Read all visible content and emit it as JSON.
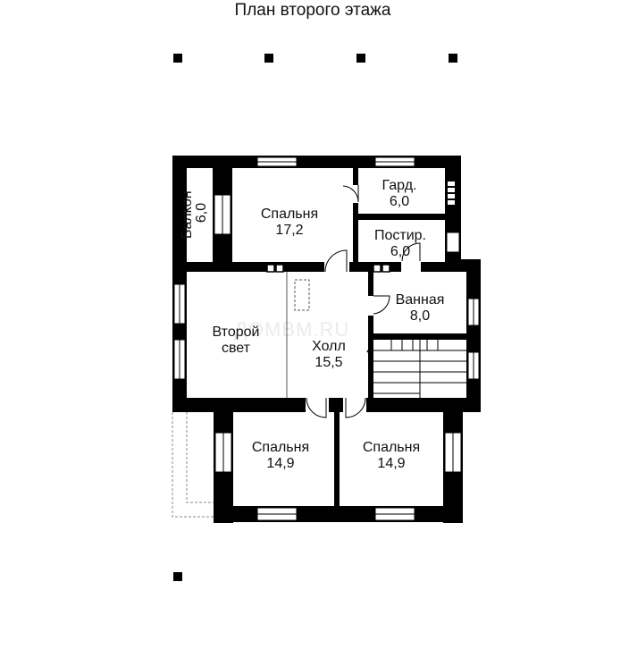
{
  "title": "План второго этажа",
  "watermark": "ДОМВМ.RU",
  "rooms": {
    "balcony": {
      "name": "Балкон",
      "area": "6,0"
    },
    "bedroom_top": {
      "name": "Спальня",
      "area": "17,2"
    },
    "wardrobe": {
      "name": "Гард.",
      "area": "6,0"
    },
    "laundry": {
      "name": "Постир.",
      "area": "6,0"
    },
    "bathroom": {
      "name": "Ванная",
      "area": "8,0"
    },
    "second_light": {
      "name_line1": "Второй",
      "name_line2": "свет"
    },
    "hall": {
      "name": "Холл",
      "area": "15,5"
    },
    "bedroom_left": {
      "name": "Спальня",
      "area": "14,9"
    },
    "bedroom_right": {
      "name": "Спальня",
      "area": "14,9"
    }
  },
  "colors": {
    "wall": "#000000",
    "window": "#ffffff",
    "line": "#555555"
  }
}
